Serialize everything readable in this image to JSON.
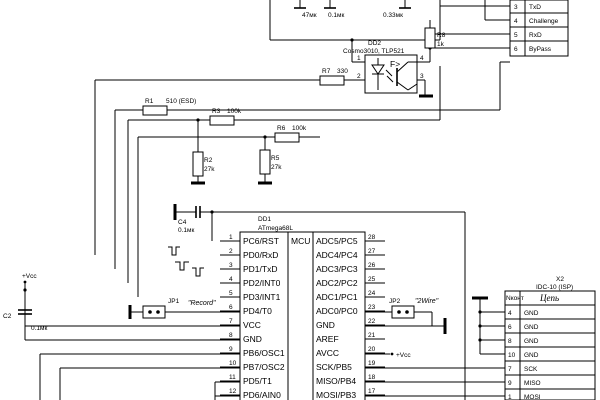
{
  "top": {
    "c_left": "47мк",
    "c_mid": "0.1мк",
    "c_right": "0.33мк"
  },
  "x1": {
    "rows": [
      {
        "num": "3",
        "label": "TxD"
      },
      {
        "num": "4",
        "label": "Challenge"
      },
      {
        "num": "5",
        "label": "RxD"
      },
      {
        "num": "6",
        "label": "ByPass"
      }
    ]
  },
  "r8": {
    "name": "R8",
    "value": "1k"
  },
  "dd2": {
    "name": "DD2",
    "part": "Cosmo3010, TLP521",
    "inner": "F>",
    "p1": "1",
    "p2": "2",
    "p3": "3",
    "p4": "4"
  },
  "r7": {
    "name": "R7",
    "value": "330"
  },
  "r1": {
    "name": "R1",
    "value": "510 (ESD)"
  },
  "r3": {
    "name": "R3",
    "value": "100k"
  },
  "r6": {
    "name": "R6",
    "value": "100k"
  },
  "r2": {
    "name": "R2",
    "value": "27k"
  },
  "r5": {
    "name": "R5",
    "value": "27k"
  },
  "c4": {
    "name": "C4",
    "value": "0.1мк"
  },
  "dd1": {
    "name": "DD1",
    "part": "ATmega68L",
    "core": "MCU",
    "left": [
      {
        "n": "1",
        "label": "PC6/RST"
      },
      {
        "n": "2",
        "label": "PD0/RxD"
      },
      {
        "n": "3",
        "label": "PD1/TxD"
      },
      {
        "n": "4",
        "label": "PD2/INT0"
      },
      {
        "n": "5",
        "label": "PD3/INT1"
      },
      {
        "n": "6",
        "label": "PD4/T0"
      },
      {
        "n": "7",
        "label": "VCC"
      },
      {
        "n": "8",
        "label": "GND"
      },
      {
        "n": "9",
        "label": "PB6/OSC1"
      },
      {
        "n": "10",
        "label": "PB7/OSC2"
      },
      {
        "n": "11",
        "label": "PD5/T1"
      },
      {
        "n": "12",
        "label": "PD6/AIN0"
      }
    ],
    "right": [
      {
        "n": "28",
        "label": "ADC5/PC5"
      },
      {
        "n": "27",
        "label": "ADC4/PC4"
      },
      {
        "n": "26",
        "label": "ADC3/PC3"
      },
      {
        "n": "25",
        "label": "ADC2/PC2"
      },
      {
        "n": "24",
        "label": "ADC1/PC1"
      },
      {
        "n": "23",
        "label": "ADC0/PC0"
      },
      {
        "n": "22",
        "label": "GND"
      },
      {
        "n": "21",
        "label": "AREF"
      },
      {
        "n": "20",
        "label": "AVCC"
      },
      {
        "n": "19",
        "label": "SCK/PB5"
      },
      {
        "n": "18",
        "label": "MISO/PB4"
      },
      {
        "n": "17",
        "label": "MOSI/PB3"
      }
    ]
  },
  "jp1": {
    "name": "JP1",
    "label": "\"Record\""
  },
  "jp2": {
    "name": "JP2",
    "label": "\"2Wire\""
  },
  "vcc_left": "+Vcc",
  "vcc_avcc": "+Vcc",
  "c2": {
    "name": "C2",
    "value": "0.1мк"
  },
  "x2": {
    "name": "X2",
    "part": "IDC-10 (ISP)",
    "head_num": "Nконт",
    "head_label": "Цепь",
    "rows": [
      {
        "num": "4",
        "label": "GND"
      },
      {
        "num": "6",
        "label": "GND"
      },
      {
        "num": "8",
        "label": "GND"
      },
      {
        "num": "10",
        "label": "GND"
      },
      {
        "num": "7",
        "label": "SCK"
      },
      {
        "num": "9",
        "label": "MISO"
      },
      {
        "num": "1",
        "label": "MOSI"
      }
    ]
  }
}
